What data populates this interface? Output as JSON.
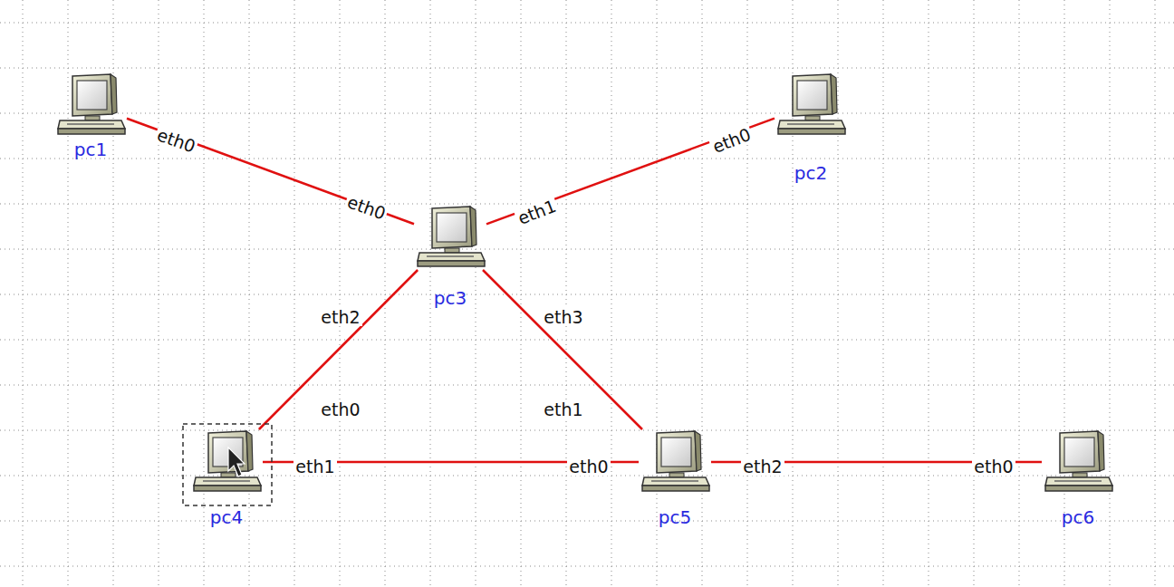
{
  "diagram": {
    "nodes": [
      {
        "text": [
          "pc1"
        ]
      },
      {
        "text": [
          "pc2"
        ]
      },
      {
        "text": [
          "pc3"
        ]
      },
      {
        "text": [
          "pc4"
        ]
      },
      {
        "text": [
          "pc5"
        ]
      },
      {
        "text": [
          "pc6"
        ]
      }
    ],
    "edges": [
      {
        "from": 0,
        "to": 2,
        "arrow": "none"
      },
      {
        "from": 2,
        "to": 1,
        "arrow": "none"
      },
      {
        "from": 2,
        "to": 3,
        "arrow": "none"
      },
      {
        "from": 2,
        "to": 4,
        "arrow": "none"
      },
      {
        "from": 3,
        "to": 4,
        "arrow": "none"
      },
      {
        "from": 4,
        "to": 5,
        "arrow": "none"
      }
    ],
    "labels": [
      "eth0",
      "eth0",
      "eth1",
      "eth0",
      "eth2",
      "eth0",
      "eth3",
      "eth1",
      "eth1",
      "eth0",
      "eth2",
      "eth0"
    ]
  }
}
